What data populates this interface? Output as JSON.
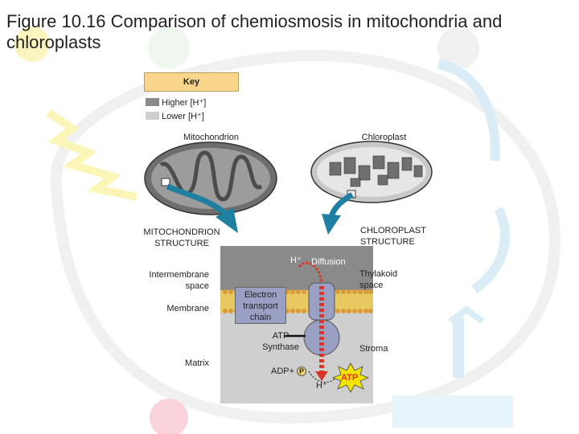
{
  "figure": {
    "title": "Figure 10.16 Comparison of chemiosmosis in mitochondria and chloroplasts"
  },
  "key": {
    "heading": "Key",
    "higher": "Higher [H⁺]",
    "lower": "Lower [H⁺]",
    "higher_color": "#8a8a8a",
    "lower_color": "#cfcfcf"
  },
  "organelles": {
    "mitochondrion": "Mitochondrion",
    "chloroplast": "Chloroplast"
  },
  "structures": {
    "mito": [
      "MITOCHONDRION",
      "STRUCTURE"
    ],
    "chloro": [
      "CHLOROPLAST",
      "STRUCTURE"
    ]
  },
  "mito_labels": {
    "intermembrane": [
      "Intermembrane",
      "space"
    ],
    "membrane": "Membrane",
    "matrix": "Matrix"
  },
  "chloro_labels": {
    "thylakoid": [
      "Thylakoid",
      "space"
    ],
    "stroma": "Stroma"
  },
  "process": {
    "h_top": "H⁺",
    "diffusion": "Diffusion",
    "etc": [
      "Electron",
      "transport",
      "chain"
    ],
    "atp_synthase": [
      "ATP",
      "Synthase"
    ],
    "adp": "ADP+",
    "p": "P",
    "h_bottom": "H⁺",
    "atp": "ATP"
  },
  "colors": {
    "accent_arrow": "#1e7fa0",
    "proton_arrow": "#d9362a",
    "atp_burst": "#f2e400",
    "membrane": "#e8c860"
  }
}
